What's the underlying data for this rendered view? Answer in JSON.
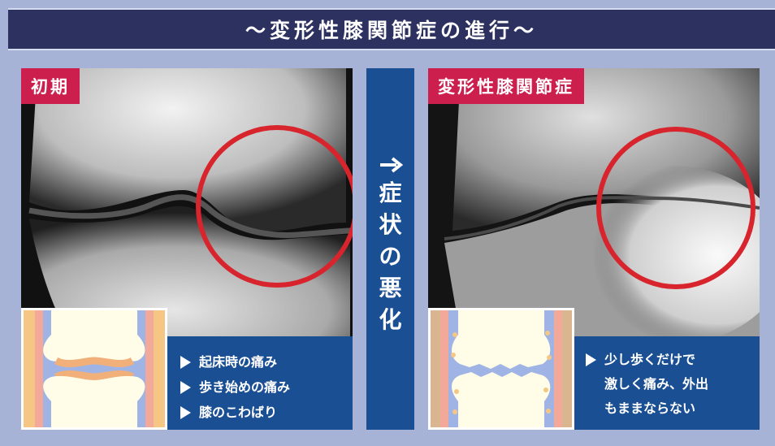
{
  "title": "〜変形性膝関節症の進行〜",
  "left_panel": {
    "tag": "初期",
    "symptoms": [
      "起床時の痛み",
      "歩き始めの痛み",
      "膝のこわばり"
    ]
  },
  "center": {
    "label_chars": [
      "症",
      "状",
      "の",
      "悪",
      "化"
    ]
  },
  "right_panel": {
    "tag": "変形性膝関節症",
    "symptom_lines": [
      "少し歩くだけで",
      "激しく痛み、外出",
      "もままならない"
    ]
  },
  "colors": {
    "background": "#a6b3d6",
    "title_bar": "#2d3160",
    "tag_red": "#cc1f4d",
    "panel_blue": "#1a4f94",
    "circle_red": "#d8242c"
  },
  "icons": [
    "right-arrow-icon",
    "triangle-bullet-icon"
  ]
}
